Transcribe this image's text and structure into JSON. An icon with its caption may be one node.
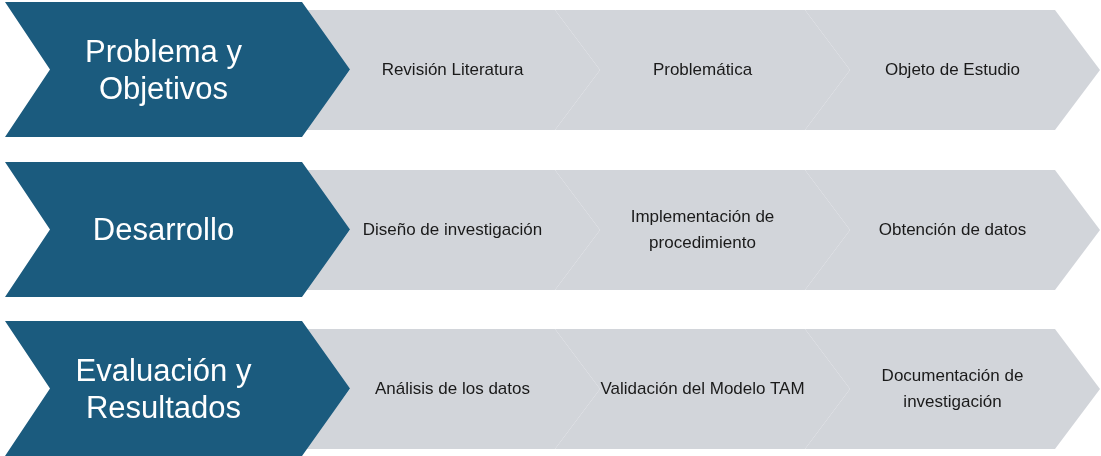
{
  "diagram": {
    "nodes": [
      {
        "text": [
          "Problema y Objetivos"
        ]
      },
      {
        "text": [
          "Revisión Literatura"
        ]
      },
      {
        "text": [
          "Problemática"
        ]
      },
      {
        "text": [
          "Objeto de Estudio"
        ]
      },
      {
        "text": [
          "Desarrollo"
        ]
      },
      {
        "text": [
          "Diseño de investigación"
        ]
      },
      {
        "text": [
          "Implementación de procedimiento"
        ]
      },
      {
        "text": [
          "Obtención de datos"
        ]
      },
      {
        "text": [
          "Evaluación y Resultados"
        ]
      },
      {
        "text": [
          "Análisis de los datos"
        ]
      },
      {
        "text": [
          "Validación del Modelo TAM"
        ]
      },
      {
        "text": [
          "Documentación de investigación"
        ]
      }
    ]
  }
}
